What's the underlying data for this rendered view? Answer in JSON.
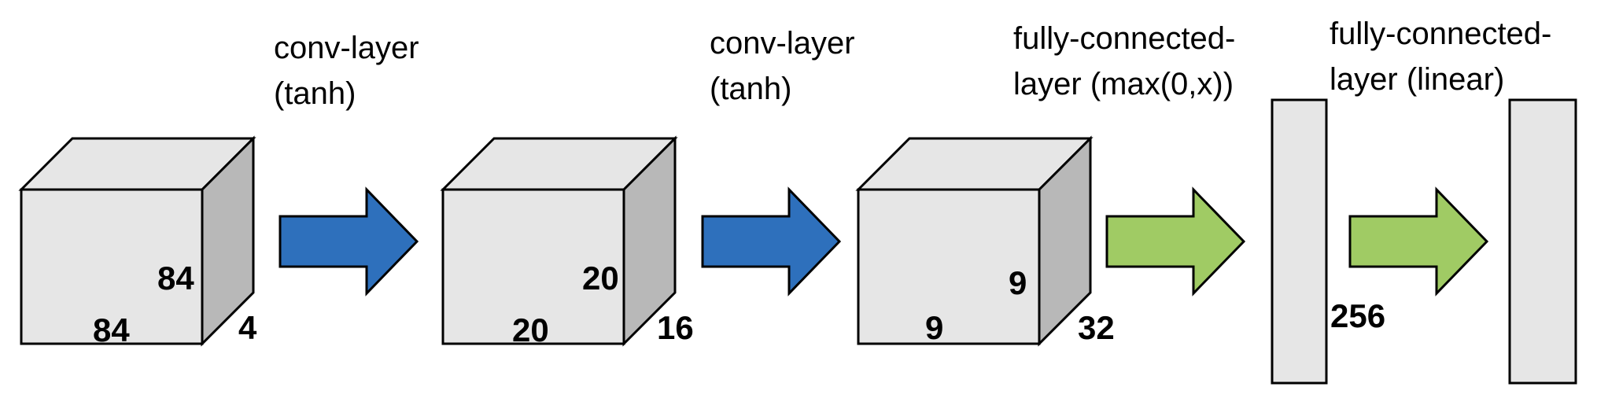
{
  "labels": {
    "conv1": [
      "conv-layer",
      "(tanh)"
    ],
    "conv2": [
      "conv-layer",
      "(tanh)"
    ],
    "fc1": [
      "fully-connected-",
      "layer (max(0,x))"
    ],
    "fc2": [
      "fully-connected-",
      "layer (linear)"
    ]
  },
  "blocks": {
    "input": {
      "height": "84",
      "width": "84",
      "depth": "4"
    },
    "conv1_out": {
      "height": "20",
      "width": "20",
      "depth": "16"
    },
    "conv2_out": {
      "height": "9",
      "width": "9",
      "depth": "32"
    },
    "fc1_out": {
      "units": "256"
    }
  },
  "colors": {
    "cube_front": "#e6e6e6",
    "cube_top": "#e6e6e6",
    "cube_side": "#b8b8b8",
    "conv_arrow": "#2e70bc",
    "fc_arrow": "#a0cb64",
    "outline": "#000000"
  }
}
